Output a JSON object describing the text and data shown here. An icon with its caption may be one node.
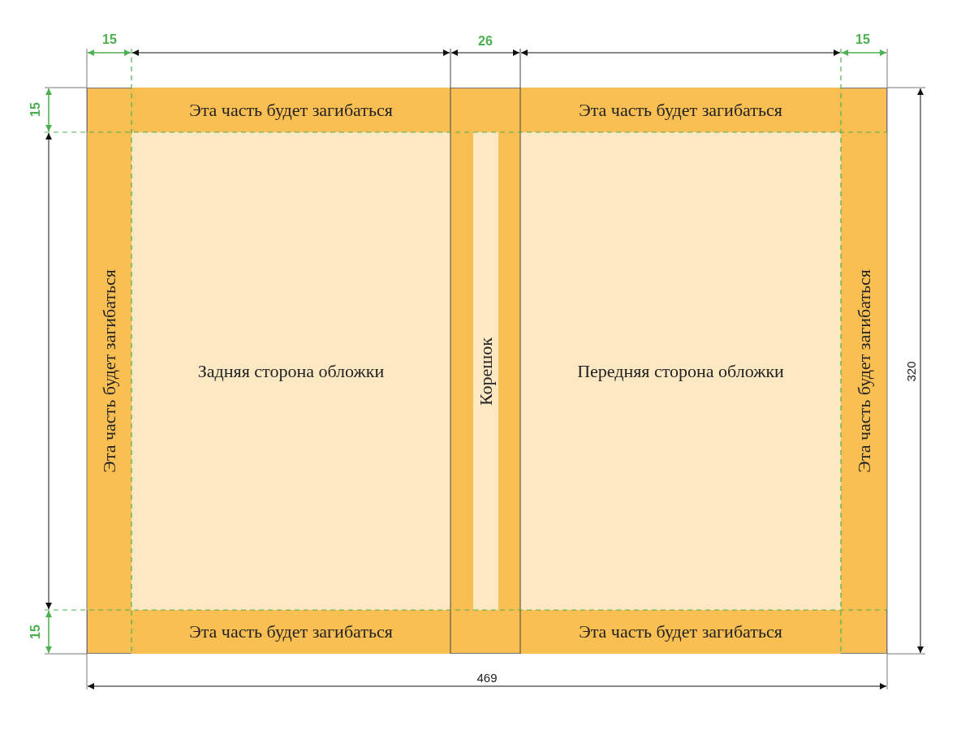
{
  "diagram": {
    "nodes": [
      {
        "text": [
          "Эта часть будет загибаться"
        ]
      },
      {
        "text": [
          "Эта часть будет загибаться"
        ]
      },
      {
        "text": [
          "Эта часть будет загибаться"
        ]
      },
      {
        "text": [
          "Задняя сторона обложки"
        ]
      },
      {
        "text": [
          "Корешок"
        ]
      },
      {
        "text": [
          "Передняя сторона обложки"
        ]
      },
      {
        "text": [
          "Эта часть будет загибаться"
        ]
      },
      {
        "text": [
          "Эта часть будет загибаться"
        ]
      },
      {
        "text": [
          "Эта часть будет загибаться"
        ]
      }
    ],
    "labels": [
      "15",
      "26",
      "15",
      "15",
      "320",
      "15",
      "469"
    ]
  }
}
